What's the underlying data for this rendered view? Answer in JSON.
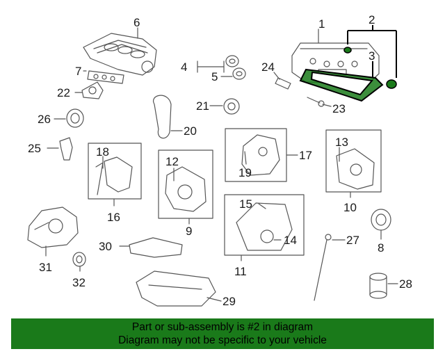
{
  "diagram": {
    "labels": [
      "1",
      "2",
      "3",
      "4",
      "5",
      "6",
      "7",
      "8",
      "9",
      "10",
      "11",
      "12",
      "13",
      "14",
      "15",
      "16",
      "17",
      "18",
      "19",
      "20",
      "21",
      "22",
      "23",
      "24",
      "25",
      "26",
      "27",
      "28",
      "29",
      "30",
      "31",
      "32"
    ],
    "highlight_part": "2",
    "highlight_color": "#1a7a1a",
    "line_color": "#555555"
  },
  "banner": {
    "line1": "Part or sub-assembly is #2 in diagram",
    "line2": "Diagram may not be specific to your vehicle",
    "background": "#1a7a1a"
  }
}
